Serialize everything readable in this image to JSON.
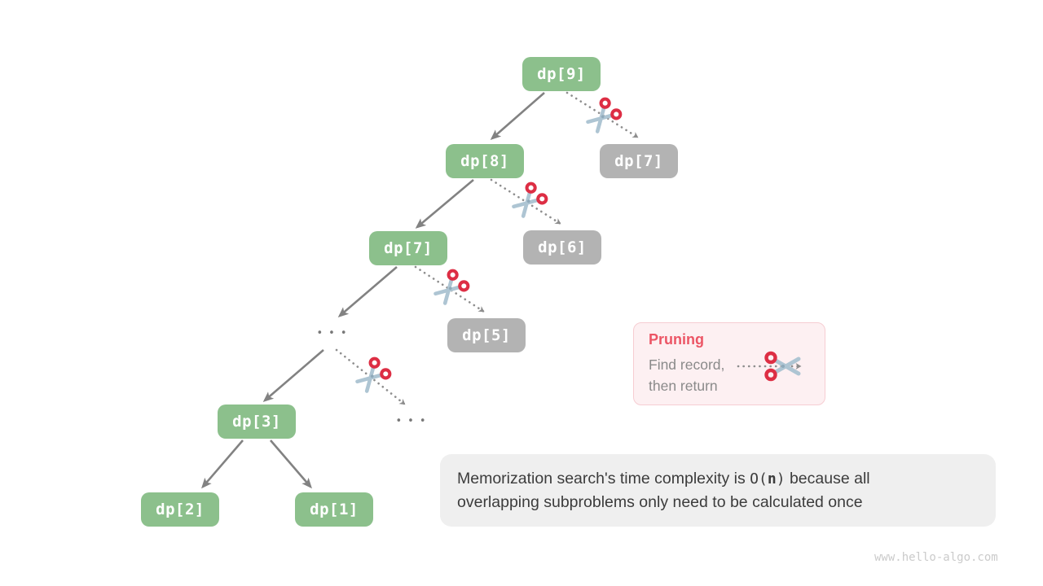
{
  "tree": {
    "nodes": [
      {
        "id": "dp9",
        "label": "dp[9]",
        "state": "visited"
      },
      {
        "id": "dp8",
        "label": "dp[8]",
        "state": "visited"
      },
      {
        "id": "dp7-pruned",
        "label": "dp[7]",
        "state": "pruned"
      },
      {
        "id": "dp7",
        "label": "dp[7]",
        "state": "visited"
      },
      {
        "id": "dp6-pruned",
        "label": "dp[6]",
        "state": "pruned"
      },
      {
        "id": "dp5-pruned",
        "label": "dp[5]",
        "state": "pruned"
      },
      {
        "id": "ellipsis-1",
        "label": "•••",
        "state": "ellipsis"
      },
      {
        "id": "dp3",
        "label": "dp[3]",
        "state": "visited"
      },
      {
        "id": "ellipsis-2",
        "label": "•••",
        "state": "ellipsis"
      },
      {
        "id": "dp2",
        "label": "dp[2]",
        "state": "visited"
      },
      {
        "id": "dp1",
        "label": "dp[1]",
        "state": "visited"
      }
    ],
    "colors": {
      "visited_fill": "#8CC08C",
      "pruned_fill": "#B3B3B3",
      "node_text": "#FFFFFF",
      "solid_edge": "#828282",
      "dotted_edge": "#8D8D8D",
      "scissors_red": "#DD2E44",
      "scissors_blade": "#AEC5D3"
    }
  },
  "legend": {
    "title": "Pruning",
    "description_line1": "Find record,",
    "description_line2": "then return",
    "title_color": "#EC5565",
    "background": "#FDF0F2",
    "border_color": "#F6CDD2"
  },
  "caption": {
    "text_before": "Memorization search's time complexity is ",
    "code_open": "O(",
    "code_var": "n",
    "code_close": ")",
    "text_after_line1": " because all",
    "text_line2": "overlapping subproblems only need to be calculated once",
    "background": "#EFEFEF"
  },
  "watermark": "www.hello-algo.com"
}
